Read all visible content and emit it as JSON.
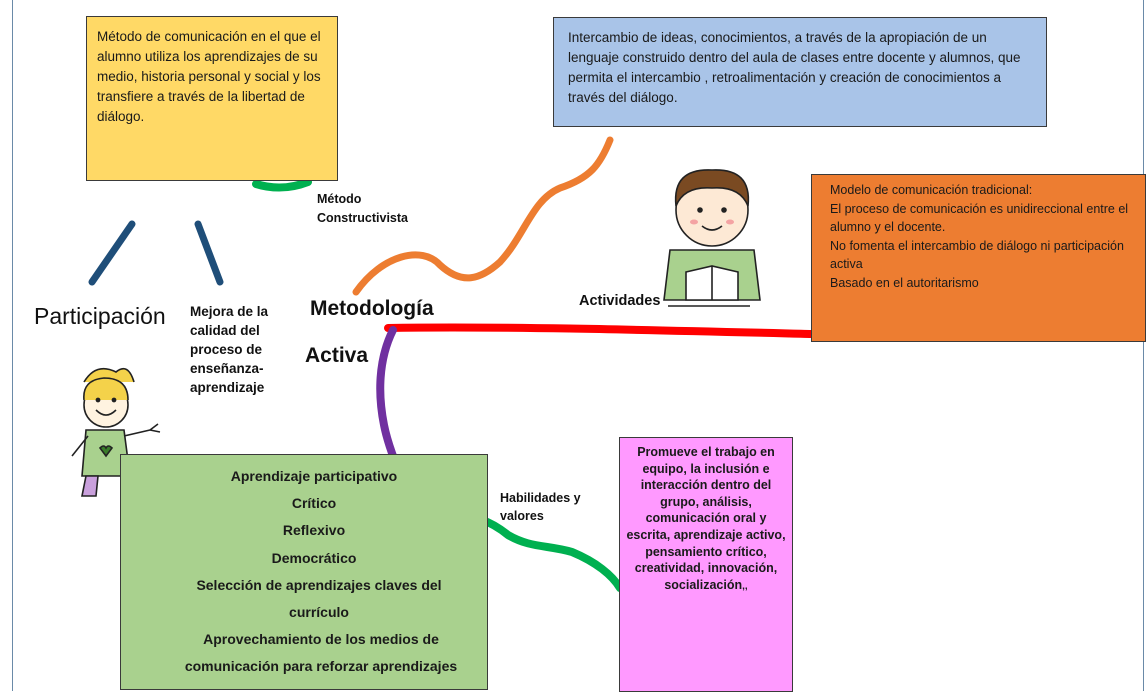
{
  "central": {
    "title_line1": "Metodología",
    "title_line2": "Activa"
  },
  "participacion": {
    "label": "Participación",
    "definition": "Método de comunicación en el que el alumno utiliza los aprendizajes de su medio, historia personal  y social y los transfiere a través de la libertad de diálogo.",
    "benefit": "Mejora de la calidad del proceso de enseñanza-aprendizaje"
  },
  "constructivista": {
    "label": "Método Constructivista",
    "definition": "Intercambio de ideas, conocimientos, a través de la apropiación de un lenguaje construido dentro del  aula de clases entre docente y alumnos, que permita el intercambio , retroalimentación  y creación de  conocimientos a través del diálogo."
  },
  "actividades": {
    "label": "Actividades",
    "lines": [
      "Modelo de comunicación tradicional:",
      "El proceso de comunicación es unidireccional entre el alumno y el docente.",
      "No fomenta el intercambio de diálogo ni participación activa",
      "Basado en el autoritarismo"
    ]
  },
  "caracteristicas": {
    "items": [
      "Aprendizaje participativo",
      "Crítico",
      "Reflexivo",
      "Democrático",
      "Selección de aprendizajes claves del currículo",
      "Aprovechamiento de los medios de comunicación para reforzar aprendizajes"
    ]
  },
  "habilidades": {
    "label": "Habilidades y valores",
    "text": "Promueve el trabajo en equipo, la inclusión e interacción dentro del grupo,  análisis, comunicación oral y escrita, aprendizaje activo, pensamiento crítico, creatividad, innovación, socialización",
    "tail": ",,"
  },
  "colors": {
    "orange_branch": "#ed7d31",
    "red_branch": "#ff0000",
    "purple_branch": "#7030a0",
    "green_branch": "#00b050",
    "blue_strokes": "#1f4e79"
  }
}
